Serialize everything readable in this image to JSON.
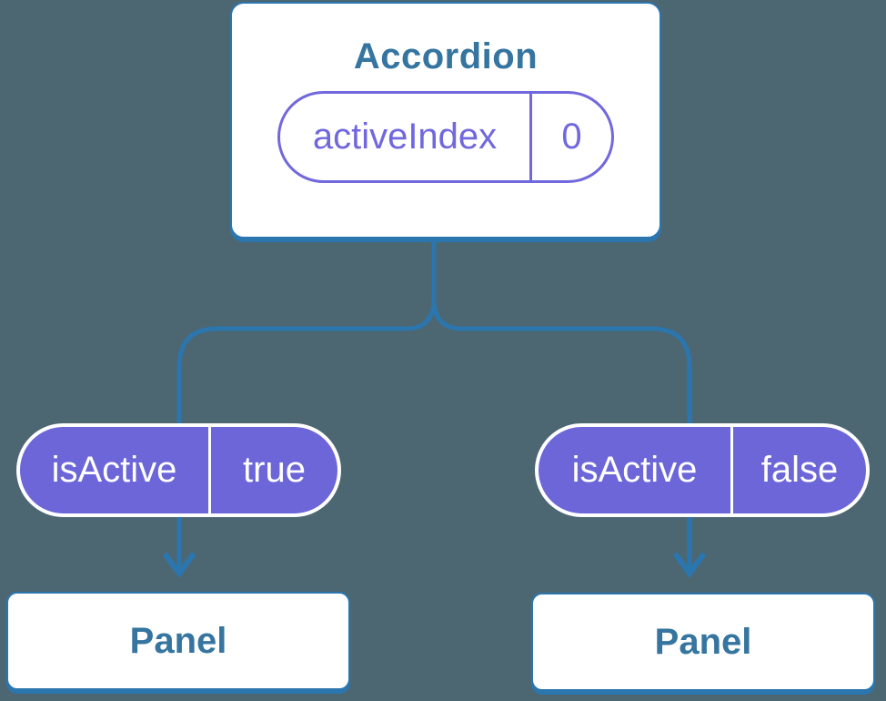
{
  "colors": {
    "background": "#4C6772",
    "connector_blue": "#2B76AE",
    "label_blue": "#35759F",
    "pill_purple_fill": "#6C66D9",
    "state_purple_accent": "#7168DD",
    "white": "#FFFFFF"
  },
  "tree": {
    "root": {
      "title": "Accordion",
      "state": {
        "name": "activeIndex",
        "value": "0"
      }
    },
    "props": [
      {
        "name": "isActive",
        "value": "true"
      },
      {
        "name": "isActive",
        "value": "false"
      }
    ],
    "children": [
      {
        "title": "Panel"
      },
      {
        "title": "Panel"
      }
    ]
  }
}
